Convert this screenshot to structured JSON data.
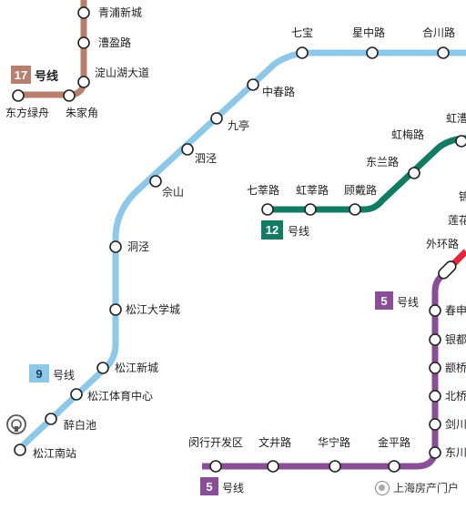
{
  "colors": {
    "line9": "#8ec8e8",
    "line17": "#b77f6d",
    "line12": "#137a64",
    "line5": "#8a4e96",
    "red_line": "#e6243a"
  },
  "lines": {
    "line17": {
      "number": "17",
      "suffix": "号线"
    },
    "line9": {
      "number": "9",
      "suffix": "号线"
    },
    "line12": {
      "number": "12",
      "suffix": "号线"
    },
    "line5_east": {
      "number": "5",
      "suffix": "号线"
    },
    "line5_south": {
      "number": "5",
      "suffix": "号线"
    }
  },
  "stations": {
    "line17": [
      "青浦新城",
      "漕盈路",
      "淀山湖大道",
      "朱家角",
      "东方绿舟"
    ],
    "line9": [
      "松江南站",
      "醉白池",
      "松江体育中心",
      "松江新城",
      "松江大学城",
      "洞泾",
      "佘山",
      "泗泾",
      "九亭",
      "中春路",
      "七宝",
      "星中路",
      "合川路"
    ],
    "line12": [
      "七莘路",
      "虹莘路",
      "顾戴路",
      "东兰路",
      "虹梅路",
      "虹漕"
    ],
    "line5": [
      "闵行开发区",
      "文井路",
      "华宁路",
      "金平路",
      "东川",
      "剑川",
      "北桥",
      "颛桥",
      "银都",
      "春申",
      "外环路",
      "莲花",
      "锦"
    ]
  },
  "watermark": {
    "text": "上海房产门户"
  }
}
